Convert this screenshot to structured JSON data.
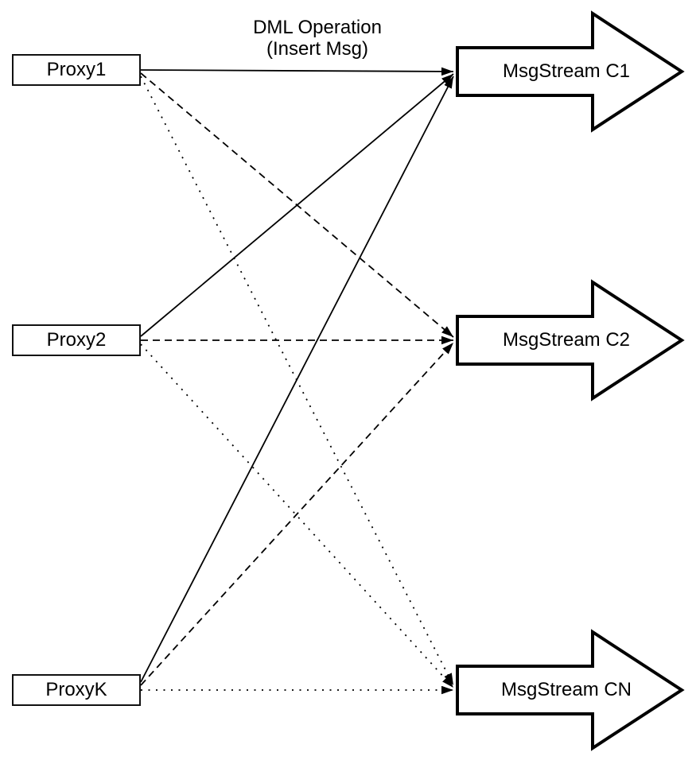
{
  "diagram": {
    "title_label": {
      "line1": "DML Operation",
      "line2": "(Insert Msg)"
    },
    "proxies": [
      {
        "id": "proxy1",
        "label": "Proxy1"
      },
      {
        "id": "proxy2",
        "label": "Proxy2"
      },
      {
        "id": "proxyk",
        "label": "ProxyK"
      }
    ],
    "streams": [
      {
        "id": "c1",
        "label": "MsgStream C1"
      },
      {
        "id": "c2",
        "label": "MsgStream C2"
      },
      {
        "id": "cn",
        "label": "MsgStream CN"
      }
    ],
    "connections": [
      {
        "from": "Proxy1",
        "to": "MsgStream C1",
        "style": "solid"
      },
      {
        "from": "Proxy1",
        "to": "MsgStream C2",
        "style": "dashed"
      },
      {
        "from": "Proxy1",
        "to": "MsgStream CN",
        "style": "dotted"
      },
      {
        "from": "Proxy2",
        "to": "MsgStream C1",
        "style": "solid"
      },
      {
        "from": "Proxy2",
        "to": "MsgStream C2",
        "style": "dashed"
      },
      {
        "from": "Proxy2",
        "to": "MsgStream CN",
        "style": "dotted"
      },
      {
        "from": "ProxyK",
        "to": "MsgStream C1",
        "style": "solid"
      },
      {
        "from": "ProxyK",
        "to": "MsgStream C2",
        "style": "dashed"
      },
      {
        "from": "ProxyK",
        "to": "MsgStream CN",
        "style": "dotted"
      }
    ],
    "colors": {
      "line": "#000000",
      "background": "#ffffff",
      "box_fill": "#ffffff"
    }
  }
}
